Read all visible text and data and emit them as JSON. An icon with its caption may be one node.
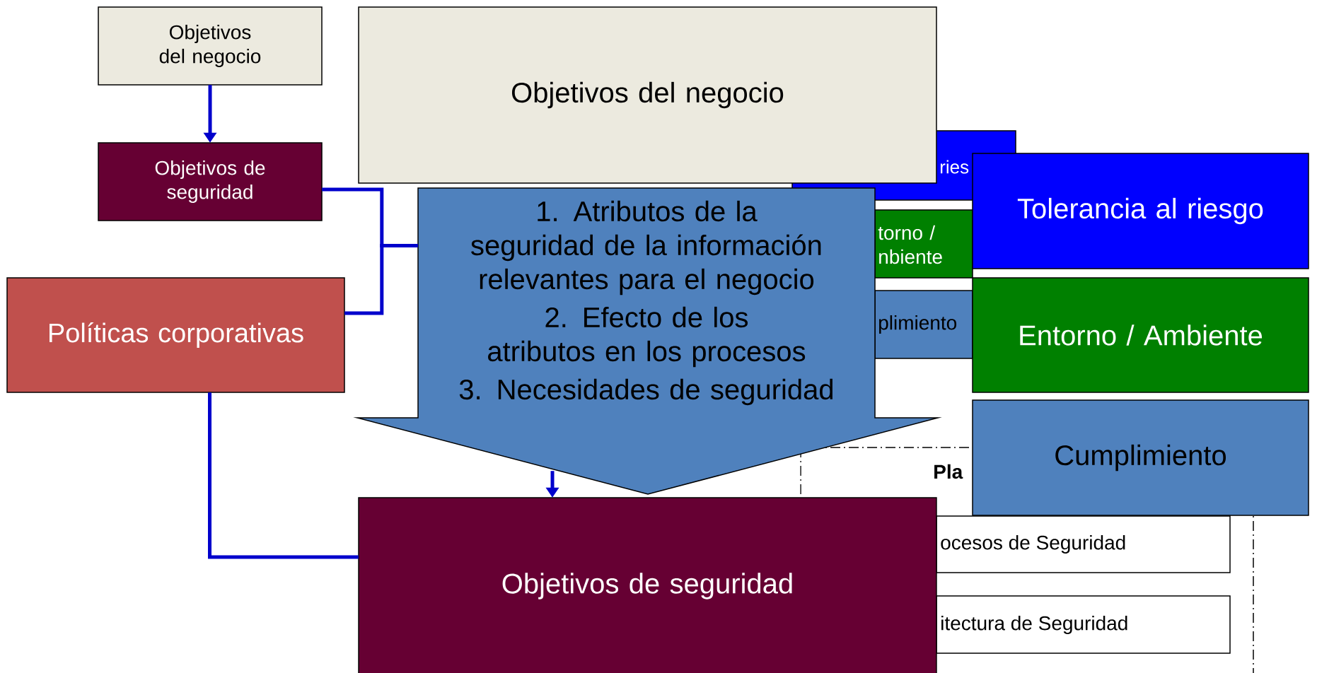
{
  "diagram": {
    "nodes": [
      {
        "text": [
          "Objetivos del negocio"
        ]
      },
      {
        "text": [
          "Objetivos de seguridad"
        ]
      },
      {
        "text": [
          "Políticas corporativas"
        ]
      },
      {
        "text": [
          "Objetivos del negocio"
        ]
      },
      {
        "text": [
          "ries"
        ]
      },
      {
        "text": [
          "torno / nbiente"
        ]
      },
      {
        "text": [
          "plimiento"
        ]
      },
      {
        "text": [
          "Tolerancia al riesgo"
        ]
      },
      {
        "text": [
          "Entorno / Ambiente"
        ]
      },
      {
        "text": [
          "Cumplimiento"
        ]
      },
      {
        "text": [
          "1. Atributos de la seguridad de la información relevantes para el negocio",
          "2. Efecto de los atributos en los procesos",
          "3. Necesidades de seguridad"
        ]
      },
      {
        "text": [
          "Pla"
        ]
      },
      {
        "text": [
          "ocesos de Seguridad"
        ],
        "in": 11
      },
      {
        "text": [
          "itectura de Seguridad"
        ],
        "in": 11
      },
      {
        "text": [
          "Objetivos de seguridad"
        ]
      }
    ],
    "edges": [
      {
        "from": 0,
        "to": 1,
        "arrow": "to"
      },
      {
        "from": 1,
        "to": 10,
        "arrow": "none"
      },
      {
        "from": 2,
        "to": 10,
        "arrow": "none"
      },
      {
        "from": 2,
        "to": 14,
        "arrow": "none"
      },
      {
        "from": 10,
        "to": 14,
        "arrow": "to"
      }
    ]
  }
}
